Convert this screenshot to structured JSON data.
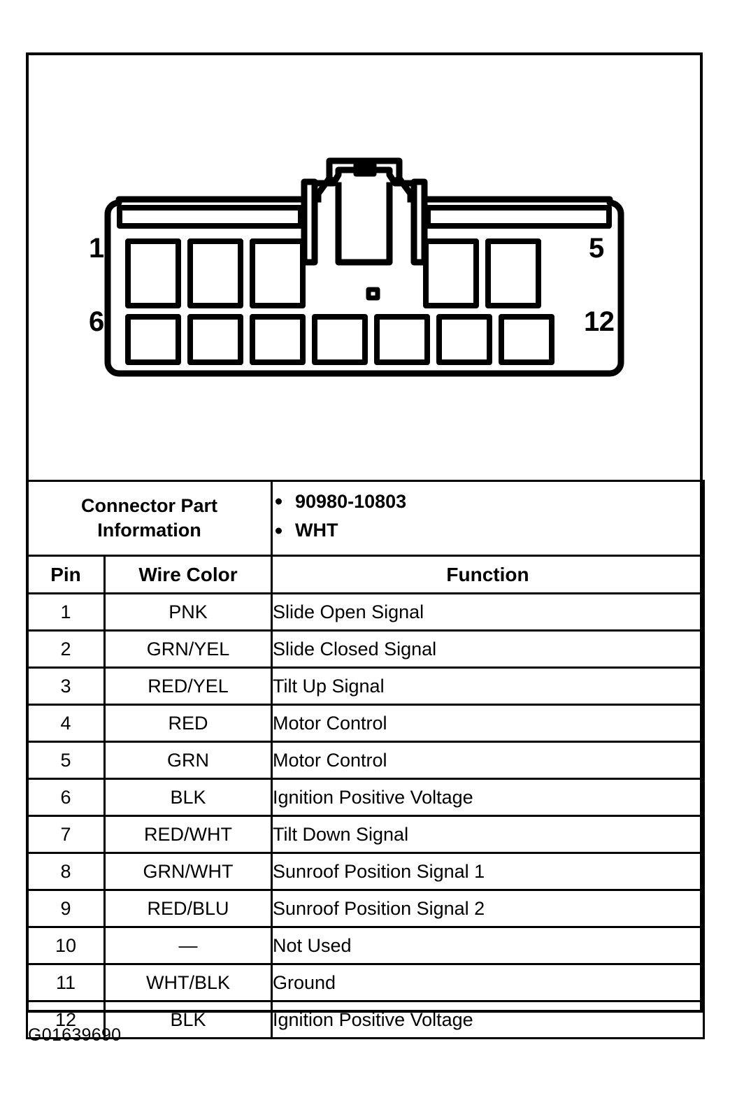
{
  "figure": {
    "code": "G01639690",
    "connector": {
      "terminal_labels": {
        "top_left": "1",
        "bottom_left": "6",
        "top_right": "5",
        "bottom_right": "12"
      },
      "top_row_cavities": 5,
      "bottom_row_cavities": 7,
      "line_color": "#000000"
    }
  },
  "table": {
    "part_info": {
      "label_line1": "Connector Part",
      "label_line2": "Information",
      "values": [
        "90980-10803",
        "WHT"
      ]
    },
    "columns": {
      "pin": "Pin",
      "wire_color": "Wire Color",
      "function": "Function"
    },
    "rows": [
      {
        "pin": "1",
        "wire_color": "PNK",
        "function": "Slide Open Signal"
      },
      {
        "pin": "2",
        "wire_color": "GRN/YEL",
        "function": "Slide Closed Signal"
      },
      {
        "pin": "3",
        "wire_color": "RED/YEL",
        "function": "Tilt Up Signal"
      },
      {
        "pin": "4",
        "wire_color": "RED",
        "function": "Motor Control"
      },
      {
        "pin": "5",
        "wire_color": "GRN",
        "function": "Motor Control"
      },
      {
        "pin": "6",
        "wire_color": "BLK",
        "function": "Ignition Positive Voltage"
      },
      {
        "pin": "7",
        "wire_color": "RED/WHT",
        "function": "Tilt Down Signal"
      },
      {
        "pin": "8",
        "wire_color": "GRN/WHT",
        "function": "Sunroof Position Signal 1"
      },
      {
        "pin": "9",
        "wire_color": "RED/BLU",
        "function": "Sunroof Position Signal 2"
      },
      {
        "pin": "10",
        "wire_color": "—",
        "function": "Not Used"
      },
      {
        "pin": "11",
        "wire_color": "WHT/BLK",
        "function": "Ground"
      },
      {
        "pin": "12",
        "wire_color": "BLK",
        "function": "Ignition Positive Voltage"
      }
    ]
  }
}
